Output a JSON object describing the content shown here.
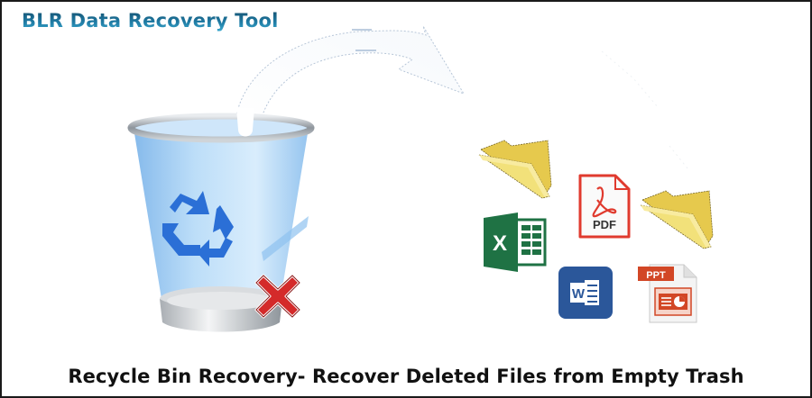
{
  "header": {
    "title": "BLR Data Recovery Tool",
    "title_color": "#1f7aa3"
  },
  "illustration": {
    "source": {
      "icon": "recycle-bin-icon",
      "badge_icon": "delete-x-icon"
    },
    "arrow_icon": "curved-arrow-icon",
    "recovered_items": [
      {
        "icon": "folder-icon",
        "label": ""
      },
      {
        "icon": "pdf-file-icon",
        "label": "PDF"
      },
      {
        "icon": "folder-icon",
        "label": ""
      },
      {
        "icon": "excel-file-icon",
        "label": "X"
      },
      {
        "icon": "word-file-icon",
        "label": "W"
      },
      {
        "icon": "ppt-file-icon",
        "label": "PPT"
      }
    ]
  },
  "footer": {
    "caption": "Recycle Bin Recovery- Recover Deleted Files from Empty Trash"
  },
  "colors": {
    "frame_border": "#1a1a1a",
    "bin_blue": "#8ec4ef",
    "recycle_arrows": "#2b6fd6",
    "delete_red": "#d42a2a",
    "folder_yellow": "#f0dc6a",
    "pdf_red": "#e03a2e",
    "excel_green": "#1f7244",
    "word_blue": "#2b579a",
    "ppt_orange": "#d24726"
  }
}
